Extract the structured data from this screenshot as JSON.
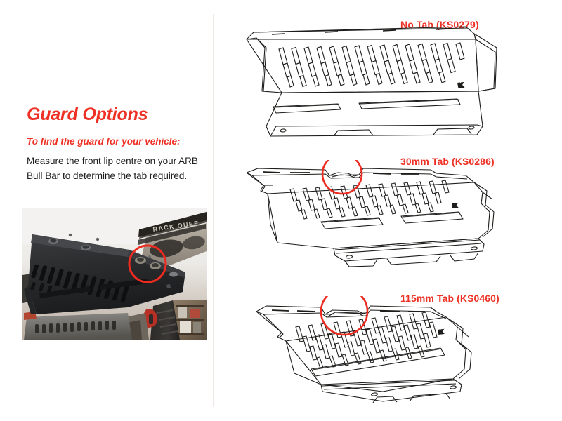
{
  "doc": {
    "background_color": "#ffffff",
    "accent_color": "#ee3124",
    "body_text_color": "#1d1d1b",
    "line_color": "#1d1d1b",
    "divider_color": "#efe7e4"
  },
  "left": {
    "title": "Guard Options",
    "subheading": "To find the guard for your vehicle:",
    "body": "Measure the front lip centre on your ARB Bull Bar to determine the tab required.",
    "photo": {
      "caption_on_bullbar": "TRACK QUEEN",
      "annotation": "red-circle-highlight",
      "subject": "underbody-skid-plate-photo"
    }
  },
  "variants": [
    {
      "label": "No Tab (KS0279)",
      "part_number": "KS0279",
      "tab": "No Tab",
      "highlighted": false,
      "view": "isometric-underbody-guard"
    },
    {
      "label": "30mm Tab (KS0286)",
      "part_number": "KS0286",
      "tab": "30mm Tab",
      "highlighted": true,
      "view": "isometric-underbody-guard"
    },
    {
      "label": "115mm Tab (KS0460)",
      "part_number": "KS0460",
      "tab": "115mm Tab",
      "highlighted": true,
      "view": "isometric-underbody-guard"
    }
  ]
}
